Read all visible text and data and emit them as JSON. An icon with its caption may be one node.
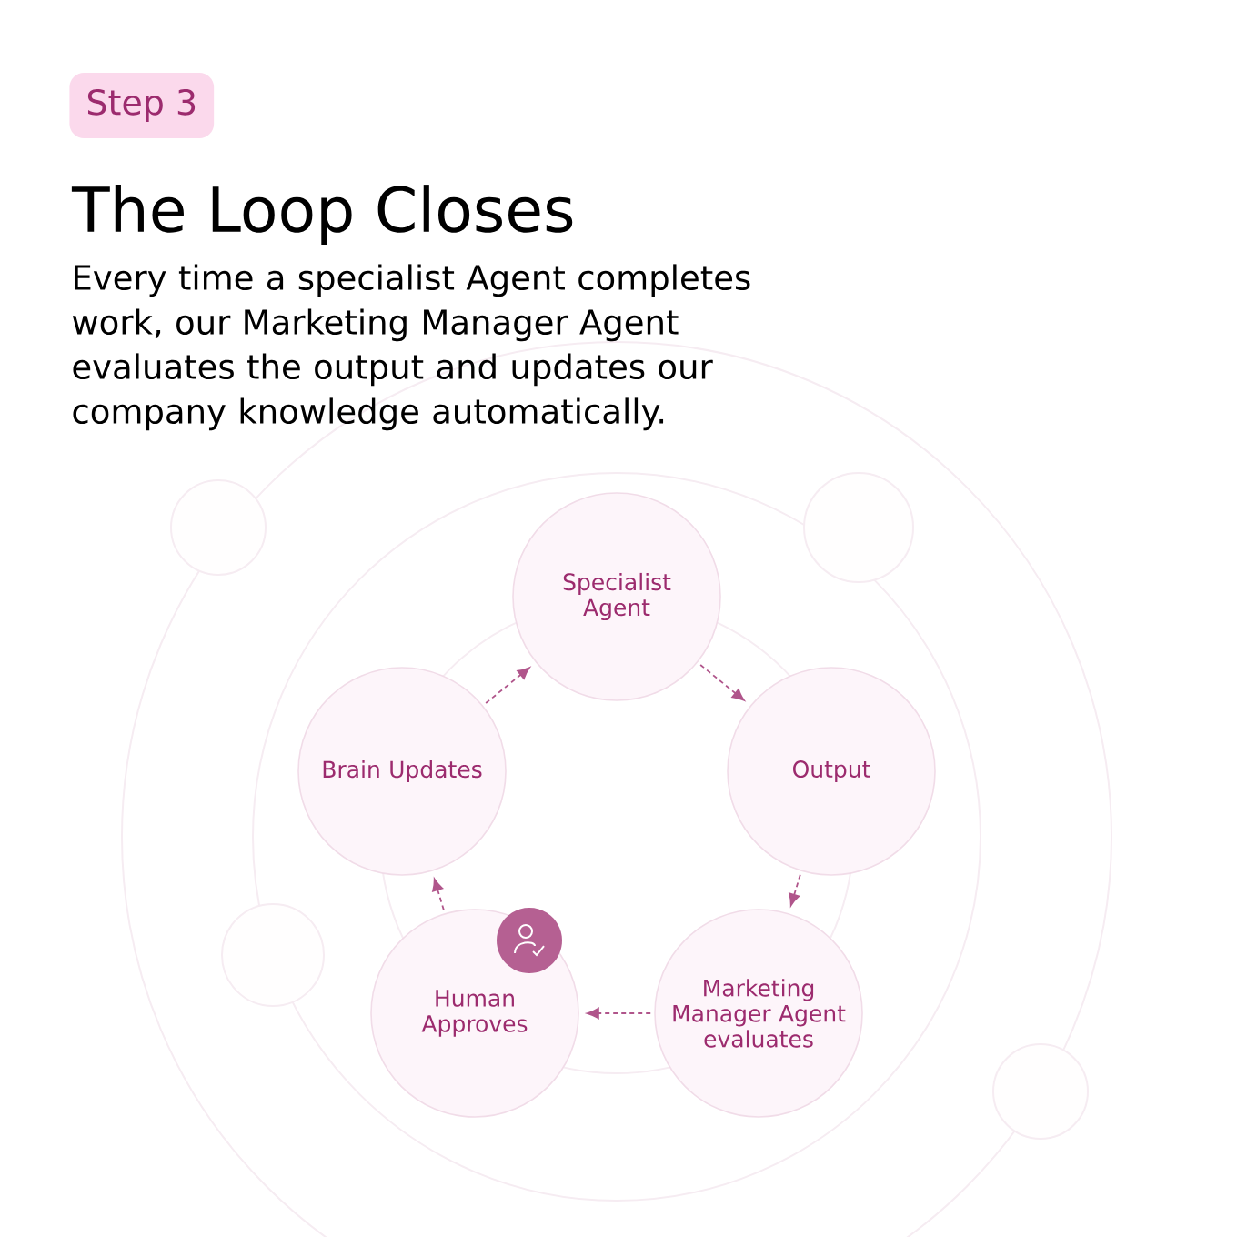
{
  "diagram": {
    "title": "The Loop Closes",
    "caption": "Every time a specialist Agent completes work, our Marketing Manager Agent evaluates the output and updates our company knowledge automatically.",
    "nodes": [
      {
        "text": [
          "Step 3"
        ]
      },
      {
        "text": [
          "Specialist Agent"
        ]
      },
      {
        "text": [
          "Output"
        ]
      },
      {
        "text": [
          "Marketing Manager Agent evaluates"
        ]
      },
      {
        "text": [
          "Human Approves"
        ]
      },
      {
        "text": [
          "Brain Updates"
        ]
      }
    ],
    "edges": [
      {
        "from": 1,
        "to": 2,
        "arrow": "to",
        "style": "dashed"
      },
      {
        "from": 2,
        "to": 3,
        "arrow": "to",
        "style": "dashed"
      },
      {
        "from": 3,
        "to": 4,
        "arrow": "to",
        "style": "dashed"
      },
      {
        "from": 4,
        "to": 5,
        "arrow": "to",
        "style": "dashed"
      },
      {
        "from": 5,
        "to": 1,
        "arrow": "to",
        "style": "dashed"
      }
    ]
  }
}
